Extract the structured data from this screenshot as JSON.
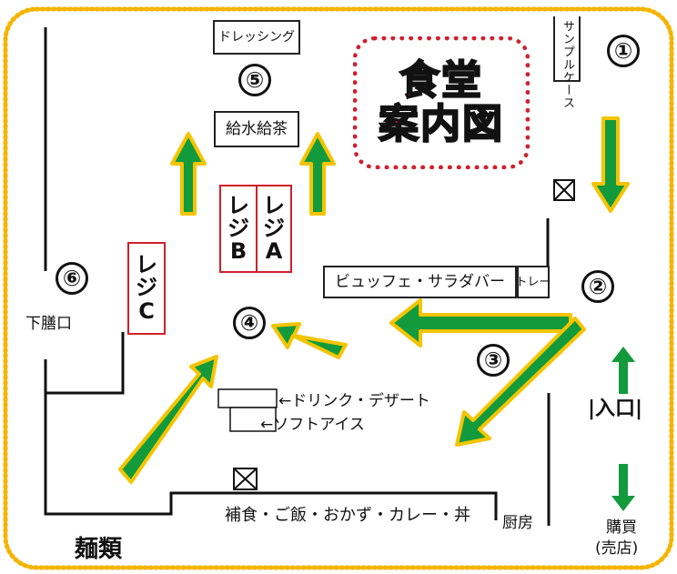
{
  "title": [
    "食堂",
    "案内図"
  ],
  "labels": {
    "dressing": "ドレッシング",
    "water_tea": "給水給茶",
    "sample_case": "サンプルケース",
    "buffet": "ビュッフェ・サラダバー",
    "tray": "トレー",
    "drink_dessert": "←ドリンク・デザート",
    "soft_ice": "←ソフトアイス",
    "side_dishes": "補食・ご飯・おかず・カレー・丼",
    "kitchen": "厨房",
    "noodles": "麺類",
    "tray_return": "下膳口",
    "entrance": "|入口|",
    "purchase": [
      "購買",
      "(売店)"
    ]
  },
  "registers": {
    "a": "レジA",
    "b": "レジB",
    "c": "レジC"
  },
  "step_numbers": [
    "①",
    "②",
    "③",
    "④",
    "⑤",
    "⑥"
  ],
  "colors": {
    "arrow_fill": "#129a3c",
    "arrow_outline": "#f5c400",
    "border_dots": "#f5b400",
    "title_red": "#e5212b",
    "register_border": "#d0202a"
  }
}
